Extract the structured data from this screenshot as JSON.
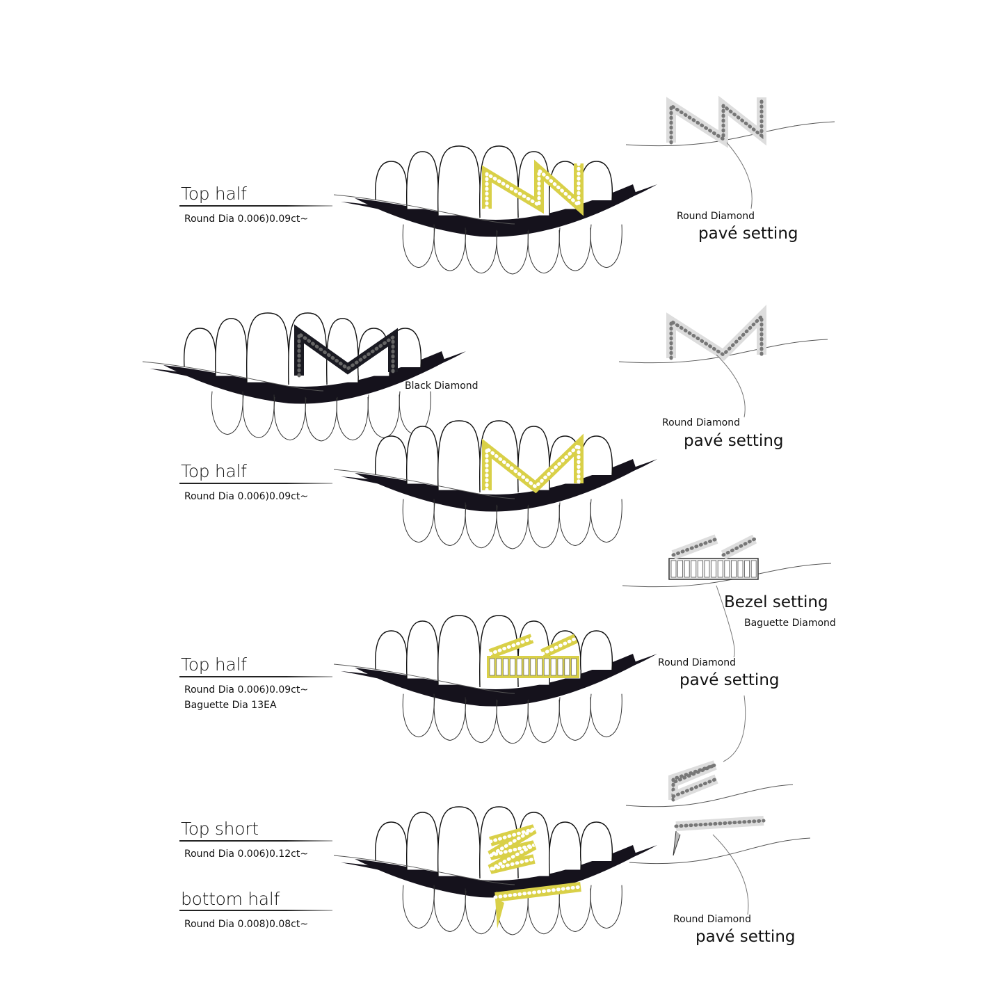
{
  "colors": {
    "gold": "#d9d048",
    "gum": "#15121c",
    "black_diamond": "#1a1a22",
    "silver": "#8a8a8a"
  },
  "sections": [
    {
      "title": "Top half",
      "specs": [
        "Round Dia 0.006)0.09ct~"
      ],
      "detail_labels": {
        "stone": "Round Diamond",
        "setting": "pavé setting"
      }
    },
    {
      "side_label": "Black Diamond",
      "title": "Top half",
      "specs": [
        "Round Dia 0.006)0.09ct~"
      ],
      "detail_labels": {
        "stone": "Round Diamond",
        "setting": "pavé setting"
      }
    },
    {
      "title": "Top half",
      "specs": [
        "Round Dia 0.006)0.09ct~",
        "Baguette Dia 13EA"
      ],
      "detail_labels": {
        "setting_top": "Bezel setting",
        "stone_top": "Baguette Diamond",
        "stone": "Round Diamond",
        "setting": "pavé setting"
      }
    },
    {
      "title": "Top short",
      "specs": [
        "Round Dia 0.006)0.12ct~"
      ],
      "title2": "bottom half",
      "specs2": [
        "Round Dia 0.008)0.08ct~"
      ],
      "detail_labels": {
        "stone": "Round Diamond",
        "setting": "pavé setting"
      }
    }
  ]
}
